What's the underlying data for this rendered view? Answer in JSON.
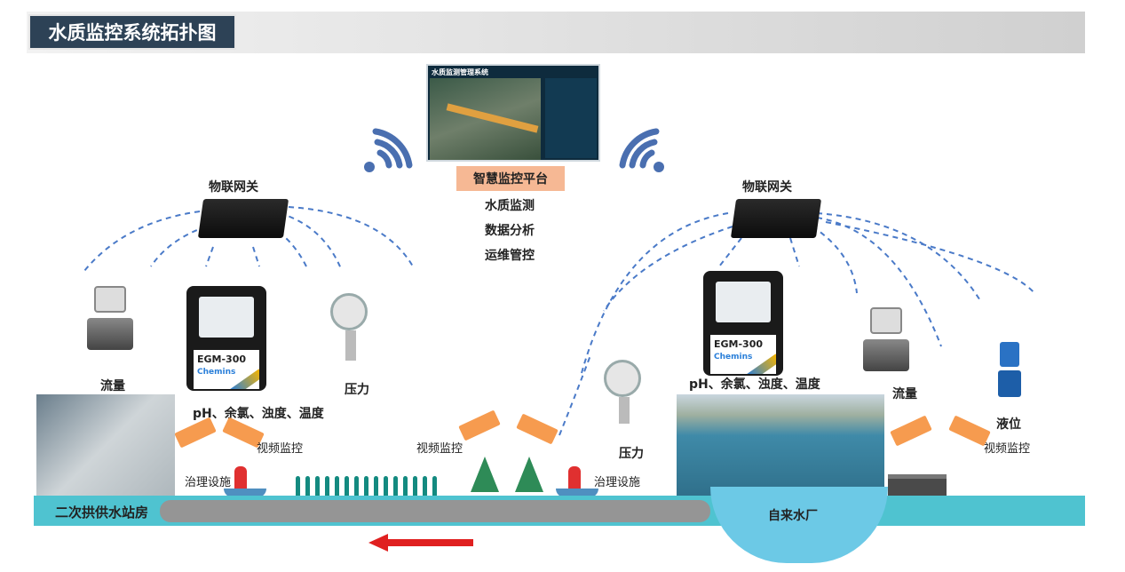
{
  "title": "水质监控系统拓扑图",
  "platform": {
    "screen_title": "水质监测管理系统",
    "label": "智慧监控平台",
    "functions": [
      "水质监测",
      "数据分析",
      "运维管控"
    ]
  },
  "left": {
    "gateway": "物联网关",
    "flow": "流量",
    "pressure": "压力",
    "params": "pH、余氯、浊度、温度",
    "device_model": "EGM-300",
    "brand": "Chemins",
    "video": "视频监控",
    "treatment": "治理设施",
    "station": "二次拱供水站房"
  },
  "middle": {
    "video": "视频监控",
    "treatment": "治理设施",
    "pressure": "压力"
  },
  "right": {
    "gateway": "物联网关",
    "params": "pH、余氯、浊度、温度",
    "device_model": "EGM-300",
    "brand": "Chemins",
    "flow": "流量",
    "level": "液位",
    "video": "视频监控",
    "plant": "自来水厂"
  },
  "colors": {
    "title_bg": "#2d4256",
    "water": "#4fc3d0",
    "pipe": "#959595",
    "arrow": "#e02020",
    "camera": "#f69b4f",
    "wifi": "#4a6fb0",
    "link": "#4a7ac8"
  }
}
